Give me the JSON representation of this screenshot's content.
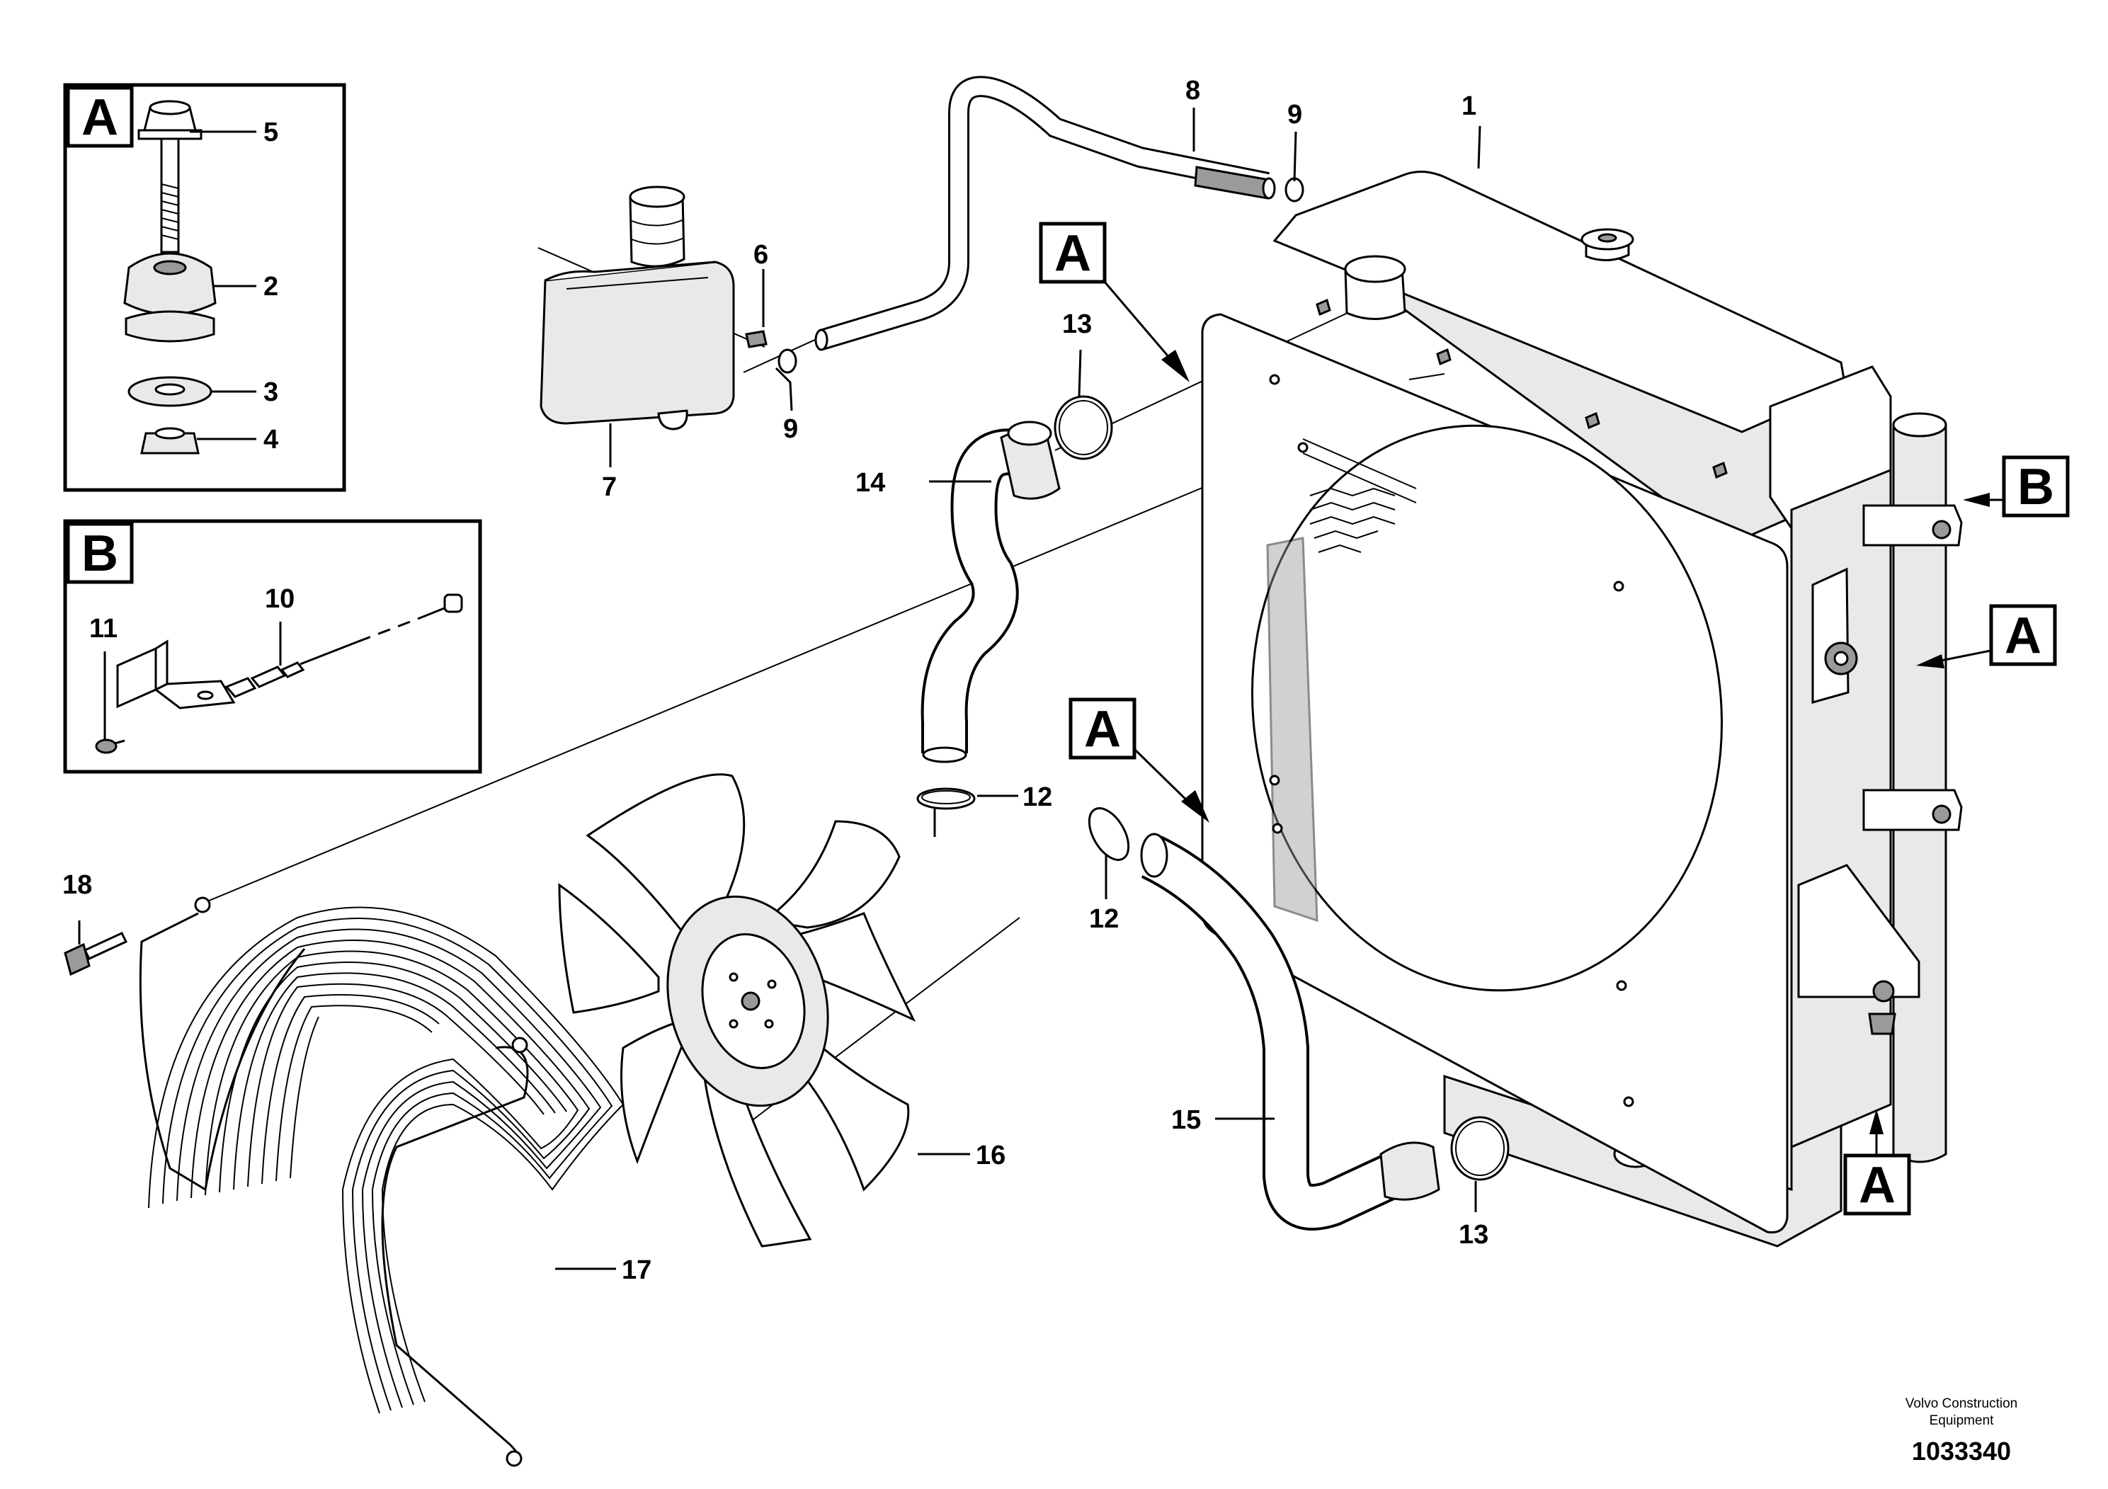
{
  "detail_views": {
    "a": {
      "letter": "A",
      "callouts": [
        "5",
        "2",
        "3",
        "4"
      ]
    },
    "b": {
      "letter": "B",
      "callouts": [
        "10",
        "11"
      ]
    }
  },
  "callouts": {
    "c1": "1",
    "c6": "6",
    "c7": "7",
    "c8": "8",
    "c9_top": "9",
    "c9_tank": "9",
    "c12_left": "12",
    "c12_right": "12",
    "c13_top": "13",
    "c13_bottom": "13",
    "c14": "14",
    "c15": "15",
    "c16": "16",
    "c17": "17",
    "c18": "18"
  },
  "view_tags": {
    "a_upper": "A",
    "a_lower": "A",
    "a_right": "A",
    "a_bottom": "A",
    "b_right": "B"
  },
  "credit": {
    "line1": "Volvo Construction",
    "line2": "Equipment",
    "doc_number": "1033340"
  }
}
